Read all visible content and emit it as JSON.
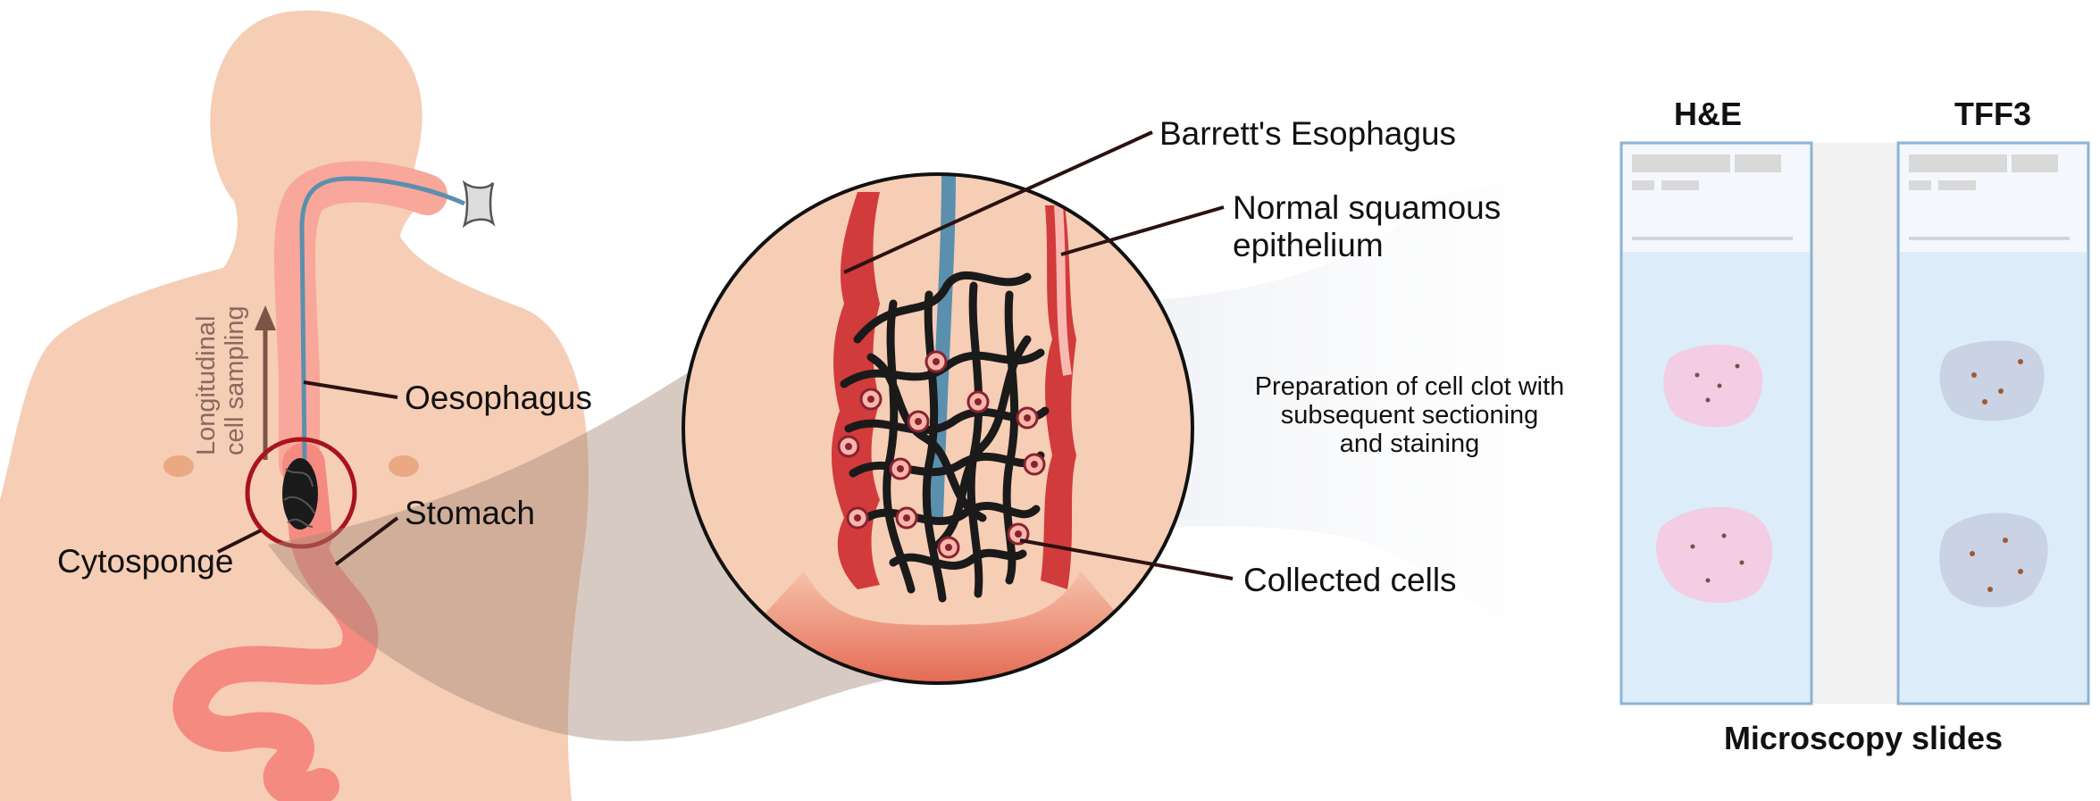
{
  "labels": {
    "barretts": "Barrett's Esophagus",
    "normal_line1": "Normal squamous",
    "normal_line2": "epithelium",
    "oesophagus": "Oesophagus",
    "stomach": "Stomach",
    "cytosponge": "Cytosponge",
    "collected_cells": "Collected cells",
    "sampling_line1": "Longitudinal",
    "sampling_line2": "cell sampling",
    "prep_line1": "Preparation of cell clot with",
    "prep_line2": "subsequent sectioning",
    "prep_line3": "and staining",
    "slide_he": "H&E",
    "slide_tff3": "TFF3",
    "slides_caption": "Microscopy slides"
  },
  "colors": {
    "skin": "#f6cdb5",
    "tract": "#f58a80",
    "sponge": "#1a1a1a",
    "string": "#5b8fae",
    "barrett": "#d23b3b",
    "slide_glass": "#dcedf9",
    "he_stain": "#f2cde3",
    "tff3_stain": "#c9d3e3"
  },
  "icons": [
    "cytosponge-icon",
    "capsule-icon",
    "arrow-up-icon"
  ]
}
